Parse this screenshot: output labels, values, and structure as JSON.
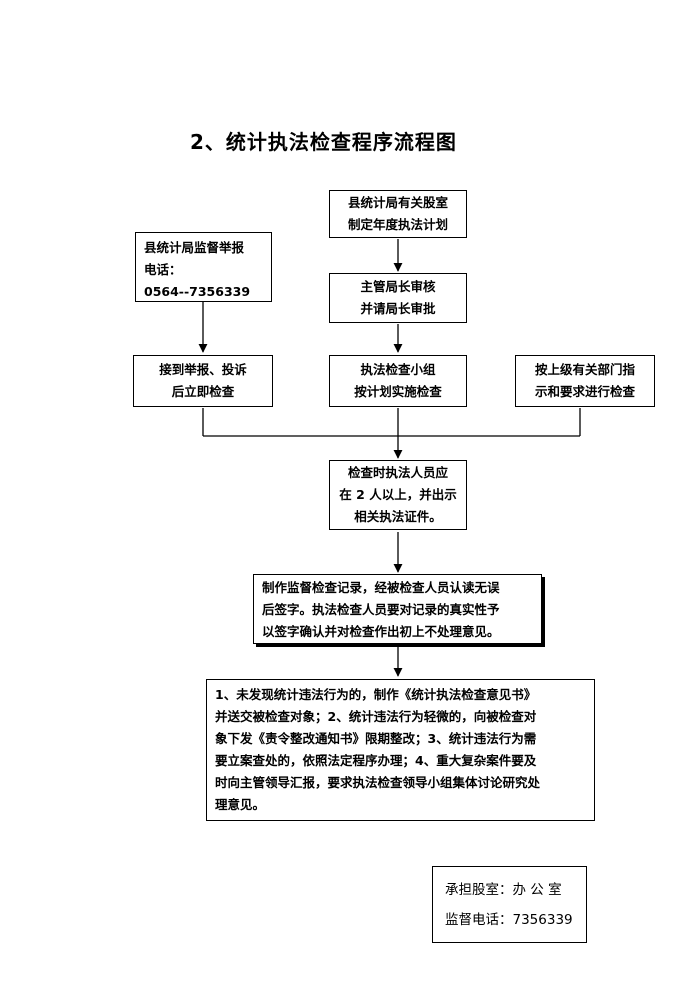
{
  "title": "2、统计执法检查程序流程图",
  "boxes": {
    "plan": [
      "县统计局有关股室",
      "制定年度执法计划"
    ],
    "report": [
      "县统计局监督举报",
      "电话：",
      "0564--7356339"
    ],
    "approve": [
      "主管局长审核",
      "并请局长审批"
    ],
    "receive": [
      "接到举报、投诉",
      "后立即检查"
    ],
    "group": [
      "执法检查小组",
      "按计划实施检查"
    ],
    "superior": [
      "按上级有关部门指",
      "示和要求进行检查"
    ],
    "personnel": [
      "检查时执法人员应",
      "在 2 人以上，并出示",
      "相关执法证件。"
    ],
    "record": [
      "制作监督检查记录，经被检查人员认读无误",
      "后签字。执法检查人员要对记录的真实性予",
      "以签字确认并对检查作出初上不处理意见。"
    ],
    "result": [
      "1、未发现统计违法行为的，制作《统计执法检查意见书》",
      "并送交被检查对象；2、统计违法行为轻微的，向被检查对",
      "象下发《责令整改通知书》限期整改；3、统计违法行为需",
      "要立案查处的，依照法定程序办理；4、重大复杂案件要及",
      "时向主管领导汇报，要求执法检查领导小组集体讨论研究处",
      "理意见。"
    ]
  },
  "footer": {
    "dept_label": "承担股室：",
    "dept_value": "办 公 室",
    "phone_label": "监督电话：",
    "phone_value": "7356339"
  }
}
